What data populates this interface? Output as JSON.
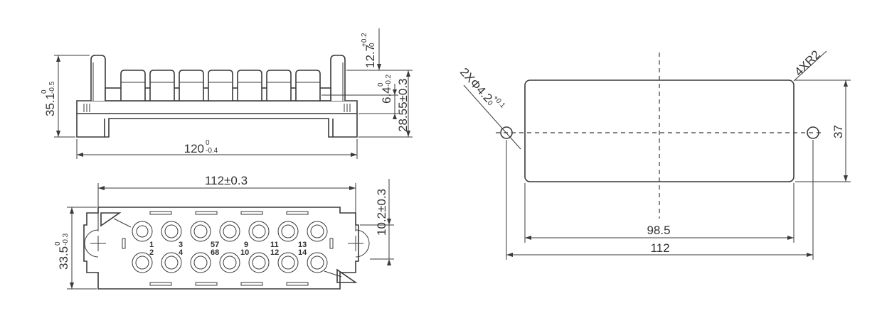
{
  "side_view": {
    "dim_height_total": "35.1",
    "dim_height_total_tol_upper": "0",
    "dim_height_total_tol_lower": "-0.5",
    "dim_top_extension": "12.7",
    "dim_top_extension_tol_upper": "+0.2",
    "dim_top_extension_tol_lower": "0",
    "dim_pin_height": "6.4",
    "dim_pin_height_tol_upper": "0",
    "dim_pin_height_tol_lower": "-0.2",
    "dim_body_height": "28.55±0.3",
    "dim_width": "120",
    "dim_width_tol_upper": "0",
    "dim_width_tol_lower": "-0.4"
  },
  "front_view": {
    "dim_hole_pitch": "112±0.3",
    "dim_height": "33.5",
    "dim_height_tol_upper": "0",
    "dim_height_tol_lower": "-0.3",
    "dim_half_height": "10.2±0.3",
    "contact_labels": [
      "1",
      "2",
      "3",
      "4",
      "57",
      "68",
      "9",
      "10",
      "11",
      "12",
      "13",
      "14"
    ]
  },
  "cutout_view": {
    "dim_hole_dia": "2XΦ4.2",
    "dim_hole_dia_tol_upper": "+0.1",
    "dim_hole_dia_tol_lower": "0",
    "dim_corner_radius": "4XR2",
    "dim_height": "37",
    "dim_cutout_width": "98.5",
    "dim_hole_pitch": "112"
  },
  "colors": {
    "line": "#3a3a3a",
    "text": "#333333",
    "background": "#ffffff"
  }
}
